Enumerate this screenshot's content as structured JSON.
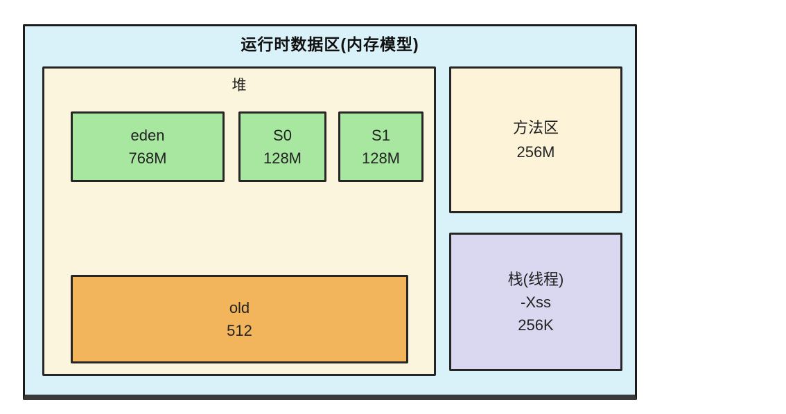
{
  "diagram": {
    "title": "运行时数据区(内存模型)",
    "heap": {
      "label": "堆",
      "young_blocks": [
        {
          "name": "eden",
          "size": "768M"
        },
        {
          "name": "S0",
          "size": "128M"
        },
        {
          "name": "S1",
          "size": "128M"
        }
      ],
      "old_block": {
        "name": "old",
        "size": "512"
      }
    },
    "method_area": {
      "label": "方法区",
      "size": "256M"
    },
    "stack": {
      "label": "栈(线程)",
      "option": "-Xss",
      "size": "256K"
    }
  },
  "colors": {
    "outer_bg": "#d9f1f8",
    "heap_bg": "#fcf5dd",
    "young_bg": "#a7e7a0",
    "old_bg": "#f2b55b",
    "method_bg": "#fcf3d8",
    "stack_bg": "#dad7f1",
    "border": "#262626"
  }
}
